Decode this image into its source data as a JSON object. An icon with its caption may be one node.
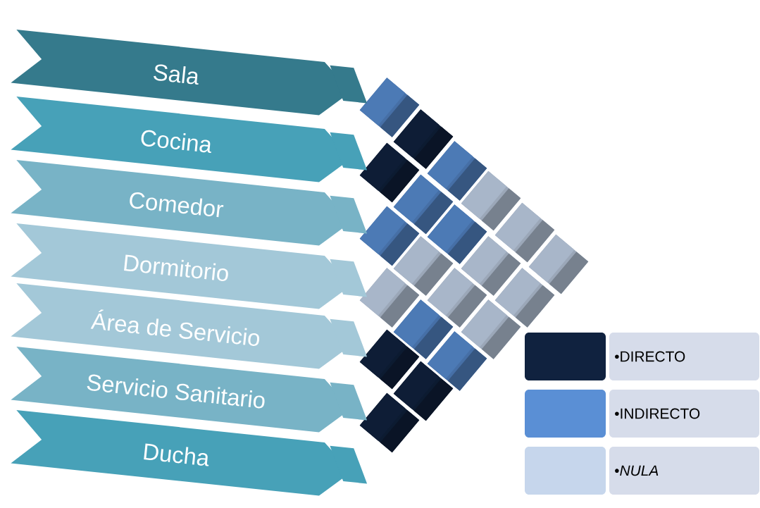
{
  "diagram": {
    "nodes": [
      {
        "text": [
          "Sala"
        ]
      },
      {
        "text": [
          "Cocina"
        ]
      },
      {
        "text": [
          "Comedor"
        ]
      },
      {
        "text": [
          "Dormitorio"
        ]
      },
      {
        "text": [
          "Área de Servicio"
        ]
      },
      {
        "text": [
          "Servicio Sanitario"
        ]
      },
      {
        "text": [
          "Ducha"
        ]
      }
    ],
    "legend": [
      {
        "text": "•DIRECTO",
        "color": "#10223f"
      },
      {
        "text": "•INDIRECTO",
        "color": "#5a8fd5"
      },
      {
        "text": "•*NULA*",
        "color": "#c6d6ec"
      }
    ]
  }
}
